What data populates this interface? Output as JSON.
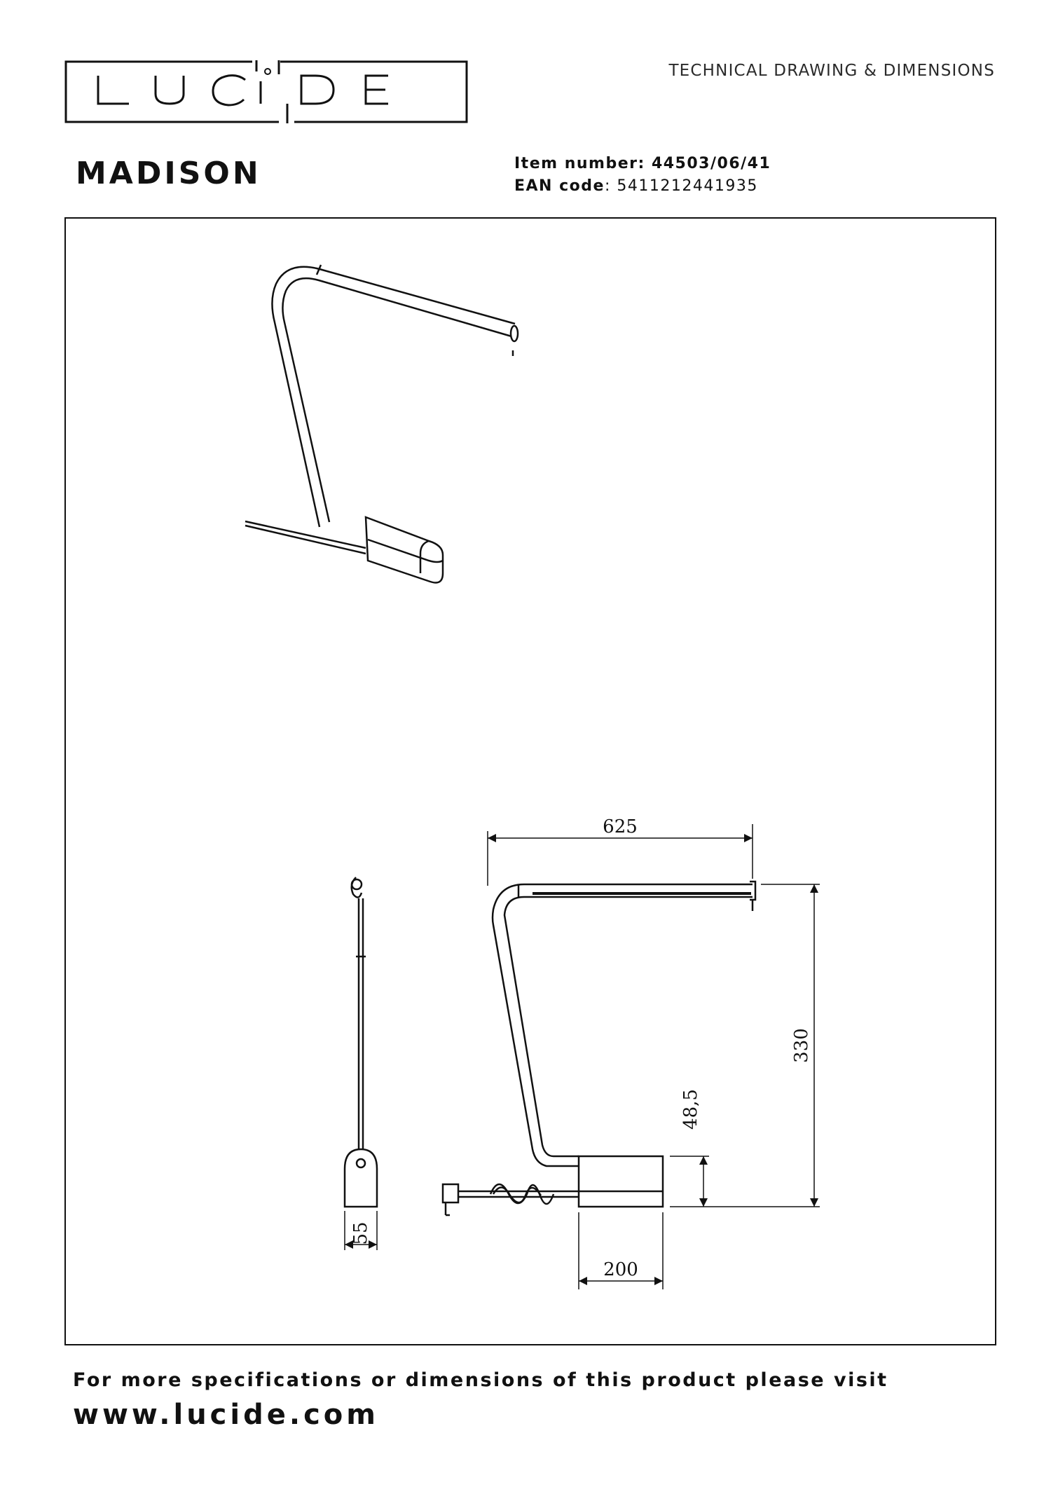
{
  "brand": {
    "logo_text": "LUCIDE"
  },
  "header": {
    "doc_type": "TECHNICAL DRAWING & DIMENSIONS",
    "product_name": "MADISON",
    "item_number_label": "Item number: ",
    "item_number": "44503/06/41",
    "ean_label": "EAN code",
    "ean_value": ": 5411212441935"
  },
  "drawing": {
    "dimensions": {
      "width": "625",
      "height": "330",
      "base_height": "48,5",
      "base_length": "200",
      "base_width": "55"
    }
  },
  "footer": {
    "line1": "For more specifications or dimensions of this product please visit",
    "url": "www.lucide.com"
  }
}
